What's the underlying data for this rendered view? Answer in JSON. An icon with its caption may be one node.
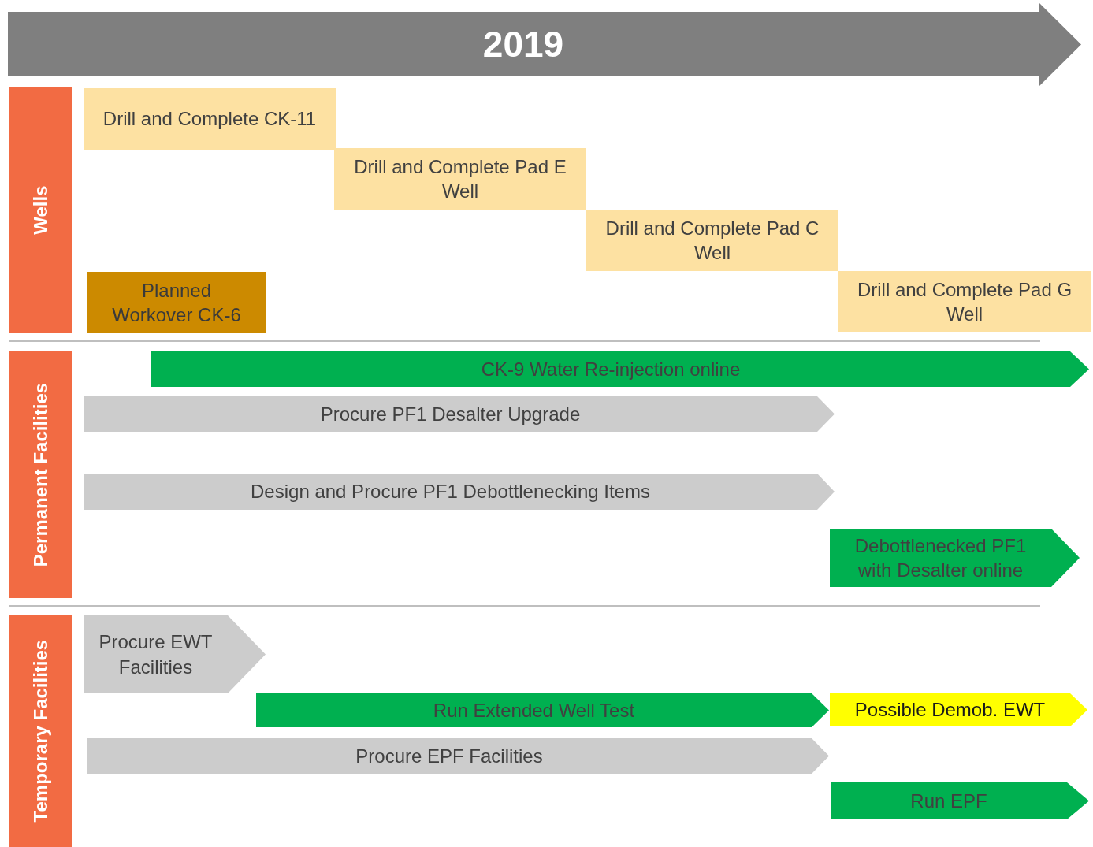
{
  "diagram": {
    "nodes": [
      {
        "text": [
          "2019"
        ]
      },
      {
        "text": [
          "Wells"
        ]
      },
      {
        "text": [
          "Drill and Complete CK-11"
        ]
      },
      {
        "text": [
          "Drill and Complete Pad E Well"
        ]
      },
      {
        "text": [
          "Drill and Complete Pad C Well"
        ]
      },
      {
        "text": [
          "Planned Workover CK-6"
        ]
      },
      {
        "text": [
          "Drill and Complete Pad G Well"
        ]
      },
      {
        "text": [
          "Permanent Facilities"
        ]
      },
      {
        "text": [
          "CK-9 Water Re-injection online"
        ]
      },
      {
        "text": [
          "Procure PF1 Desalter Upgrade"
        ]
      },
      {
        "text": [
          "Design and Procure PF1 Debottlenecking Items"
        ]
      },
      {
        "text": [
          "Debottlenecked PF1 with Desalter online"
        ]
      },
      {
        "text": [
          "Temporary Facilities"
        ]
      },
      {
        "text": [
          "Procure EWT Facilities"
        ]
      },
      {
        "text": [
          "Run Extended Well Test"
        ]
      },
      {
        "text": [
          "Possible Demob. EWT"
        ]
      },
      {
        "text": [
          "Procure EPF Facilities"
        ]
      },
      {
        "text": [
          "Run EPF"
        ]
      }
    ]
  }
}
